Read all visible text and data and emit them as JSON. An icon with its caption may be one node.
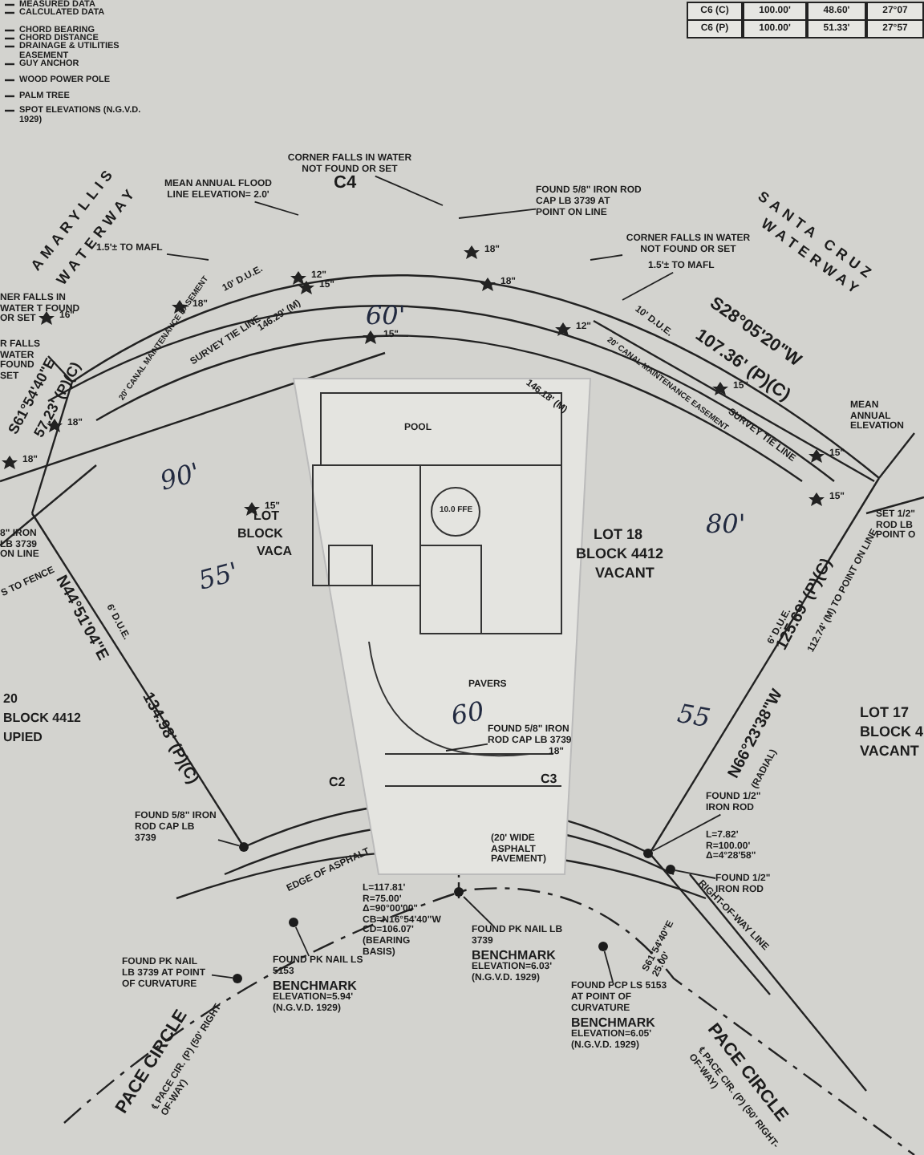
{
  "diagram": {
    "nodes": [
      {
        "text": [
          "MEAN ANNUAL FLOOD LINE ELEVATION= 2.0'"
        ]
      },
      {
        "text": [
          "CORNER FALLS IN WATER NOT FOUND OR SET"
        ]
      },
      {
        "text": [
          "FOUND 5/8\" IRON ROD CAP LB 3739 AT POINT ON LINE"
        ]
      },
      {
        "text": [
          "CORNER FALLS IN WATER NOT FOUND OR SET"
        ]
      },
      {
        "text": [
          "1.5'± TO MAFL"
        ]
      },
      {
        "text": [
          "1.5'± TO MAFL"
        ]
      },
      {
        "text": [
          "FOUND 5/8\" IRON ROD CAP LB 3739"
        ]
      },
      {
        "text": [
          "FOUND 5/8\" IRON ROD CAP LB 3739"
        ]
      },
      {
        "text": [
          "FOUND PK NAIL LB 3739 AT POINT OF CURVATURE"
        ]
      },
      {
        "text": [
          "FOUND PK NAIL LS 5153",
          "BENCHMARK",
          "ELEVATION=5.94' (N.G.V.D. 1929)"
        ]
      },
      {
        "text": [
          "FOUND PK NAIL LB 3739",
          "BENCHMARK",
          "ELEVATION=6.03' (N.G.V.D. 1929)"
        ]
      },
      {
        "text": [
          "FOUND PCP LS 5153 AT POINT OF CURVATURE",
          "BENCHMARK",
          "ELEVATION=6.05' (N.G.V.D. 1929)"
        ]
      },
      {
        "text": [
          "FOUND 1/2\" IRON ROD"
        ]
      },
      {
        "text": [
          "FOUND 1/2\" IRON ROD"
        ]
      },
      {
        "text": [],
        "shape": "circle"
      },
      {
        "text": [],
        "shape": "circle"
      },
      {
        "text": [],
        "shape": "circle"
      },
      {
        "text": [],
        "shape": "circle"
      },
      {
        "text": [],
        "shape": "circle"
      },
      {
        "text": [],
        "shape": "circle"
      },
      {
        "text": [],
        "shape": "circle"
      }
    ],
    "edges": [
      {
        "from": 0,
        "to": null,
        "arrow": "none"
      },
      {
        "from": 1,
        "to": null,
        "arrow": "none"
      },
      {
        "from": 2,
        "to": null,
        "arrow": "none"
      },
      {
        "from": 3,
        "to": null,
        "arrow": "none"
      },
      {
        "from": 4,
        "to": null,
        "arrow": "none"
      },
      {
        "from": 5,
        "to": null,
        "arrow": "none"
      },
      {
        "from": 6,
        "to": 14,
        "arrow": "none"
      },
      {
        "from": 7,
        "to": null,
        "arrow": "none"
      },
      {
        "from": 8,
        "to": 15,
        "arrow": "none"
      },
      {
        "from": 9,
        "to": 16,
        "arrow": "none"
      },
      {
        "from": 10,
        "to": 17,
        "arrow": "none"
      },
      {
        "from": 11,
        "to": 18,
        "arrow": "none"
      },
      {
        "from": 12,
        "to": 19,
        "arrow": "none"
      },
      {
        "from": 13,
        "to": 20,
        "arrow": "none"
      }
    ],
    "labels": [
      "C6 (C)",
      "100.00'",
      "48.60'",
      "27°07",
      "C6 (P)",
      "100.00'",
      "51.33'",
      "27°57",
      "AMARYLLIS",
      "WATERWAY",
      "SANTA CRUZ",
      "WATERWAY",
      "C4",
      "NER FALLS IN WATER T FOUND OR SET",
      "R FALLS WATER FOUND SET",
      "S61°54'40\"E",
      "57.23' (P)(C)",
      "20' CANAL MAINTENANCE EASEMENT",
      "10' D.U.E.",
      "SURVEY TIE LINE",
      "146.29' (M)",
      "10' D.U.E.",
      "20' CANAL MAINTENANCE EASEMENT",
      "SURVEY TIE LINE",
      "146.18' (M)",
      "S28°05'20\"W",
      "107.36' (P)(C)",
      "MEAN ANNUAL ELEVATION",
      "60'",
      "90'",
      "55'",
      "80'",
      "60",
      "55",
      "LOT",
      "BLOCK",
      "VACA",
      "POOL",
      "10.0 FFE",
      "PAVERS",
      "LOT 18",
      "BLOCK 4412",
      "VACANT",
      "SET 1/2\" ROD LB POINT O",
      "8\" IRON LB 3739 ON LINE",
      "S TO FENCE",
      "N44°51'04\"E",
      "6' D.U.E.",
      "134.98' (P)(C)",
      "6' D.U.E.",
      "N66°23'38\"W",
      "(RADIAL)",
      "125.69' (P)(C)",
      "112.74' (M) TO POINT ON LINE",
      "20",
      "BLOCK 4412",
      "UPIED",
      "LOT 17",
      "BLOCK 4",
      "VACANT",
      "C2",
      "C3",
      "(20' WIDE ASPHALT PAVEMENT)",
      "EDGE OF ASPHALT",
      "L=117.81' R=75.00' Δ=90°00'00\" CB=N16°54'40\"W CD=106.07' (BEARING BASIS)",
      "L=7.82' R=100.00' Δ=4°28'58\"",
      "S61°54'40\"E 25.00'",
      "PACE CIRCLE",
      "℄ PACE CIR. (P) (50' RIGHT-OF-WAY)",
      "RIGHT-OF-WAY LINE",
      "PACE CIRCLE",
      "℄ PACE CIR. (P) (50' RIGHT-OF-WAY)",
      "18\"",
      "12\"",
      "15\"",
      "15\"",
      "18\"",
      "18\"",
      "12\"",
      "15\"",
      "15\"",
      "15\"",
      "16\"",
      "18\"",
      "18\"",
      "15\"",
      "18\""
    ],
    "legend": [
      {
        "text": "MEASURED DATA"
      },
      {
        "text": "CALCULATED DATA"
      },
      {
        "text": "CHORD BEARING"
      },
      {
        "text": "CHORD DISTANCE"
      },
      {
        "text": "DRAINAGE & UTILITIES EASEMENT"
      },
      {
        "text": "GUY ANCHOR"
      },
      {
        "text": "WOOD POWER POLE"
      },
      {
        "text": "PALM TREE"
      },
      {
        "text": "SPOT ELEVATIONS (N.G.V.D. 1929)"
      }
    ]
  }
}
